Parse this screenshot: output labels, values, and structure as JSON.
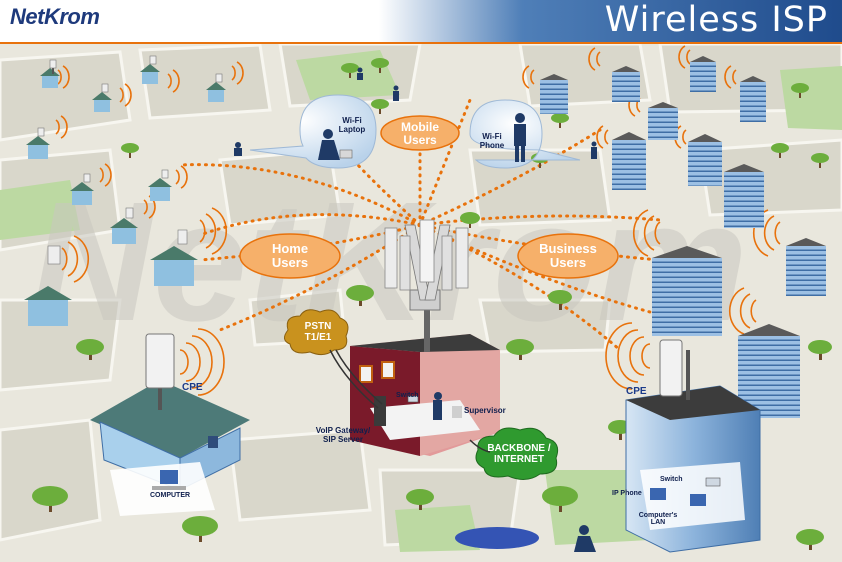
{
  "header": {
    "logo": "NetKrom",
    "title": "Wireless ISP",
    "watermark": "NetKrom"
  },
  "colors": {
    "header_blue": "#1f4b8c",
    "accent_orange": "#e8720c",
    "bubble_orange": "#f6b06a",
    "cloud_pstn": "#c9921e",
    "cloud_backbone": "#2f9a2f",
    "building_blue": "#6e9fcf"
  },
  "icons": [
    "antenna-icon",
    "cpe-antenna-icon",
    "house-icon",
    "office-building-icon",
    "tower-icon",
    "person-icon",
    "tree-icon",
    "computer-icon",
    "server-rack-icon"
  ],
  "labels": {
    "mobile_users": "Mobile Users",
    "home_users": "Home Users",
    "business_users": "Business Users",
    "wifi_laptop": "Wi-Fi Laptop",
    "wifi_phone": "Wi-Fi Phone",
    "cpe_home": "CPE",
    "cpe_business": "CPE",
    "pstn": "PSTN T1/E1",
    "backbone": "BACKBONE / INTERNET",
    "voip": "VoIP Gateway/ SIP Server",
    "switch_center": "Switch",
    "supervisor": "Supervisor",
    "computer": "COMPUTER",
    "ip_phone": "IP Phone",
    "switch_building": "Switch",
    "computers_lan": "Computer's LAN"
  }
}
